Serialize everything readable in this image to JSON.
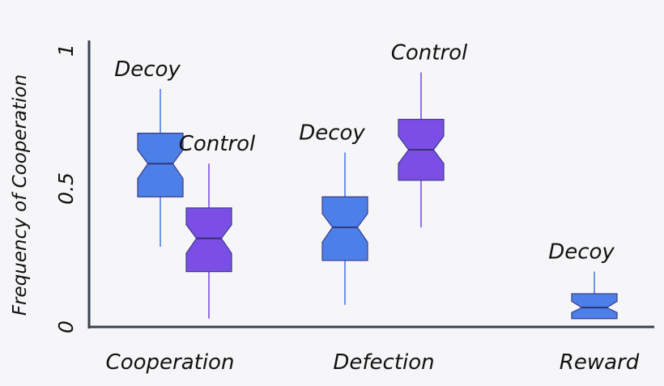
{
  "chart_data": {
    "type": "box",
    "ylabel": "Frequency of Cooperation",
    "ylim": [
      0,
      1
    ],
    "yticks": [
      "0",
      "0.5",
      "1"
    ],
    "categories": [
      "Cooperation",
      "Defection",
      "Reward"
    ],
    "boxes": [
      {
        "category": "Cooperation",
        "label": "Decoy",
        "color": "#4d7fe8",
        "whisker_low": 0.29,
        "q1": 0.47,
        "median": 0.59,
        "q3": 0.7,
        "whisker_high": 0.86
      },
      {
        "category": "Cooperation",
        "label": "Control",
        "color": "#7b4fe6",
        "whisker_low": 0.03,
        "q1": 0.2,
        "median": 0.32,
        "q3": 0.43,
        "whisker_high": 0.59
      },
      {
        "category": "Defection",
        "label": "Decoy",
        "color": "#4d7fe8",
        "whisker_low": 0.08,
        "q1": 0.24,
        "median": 0.36,
        "q3": 0.47,
        "whisker_high": 0.63
      },
      {
        "category": "Defection",
        "label": "Control",
        "color": "#7b4fe6",
        "whisker_low": 0.36,
        "q1": 0.53,
        "median": 0.64,
        "q3": 0.75,
        "whisker_high": 0.92
      },
      {
        "category": "Reward",
        "label": "Decoy",
        "color": "#4d7fe8",
        "whisker_low": 0.03,
        "q1": 0.03,
        "median": 0.07,
        "q3": 0.12,
        "whisker_high": 0.2
      }
    ]
  },
  "colors": {
    "axis": "#3a4250",
    "background": "#f6f6f8",
    "decoy": "#4d7fe8",
    "control": "#7b4fe6"
  }
}
